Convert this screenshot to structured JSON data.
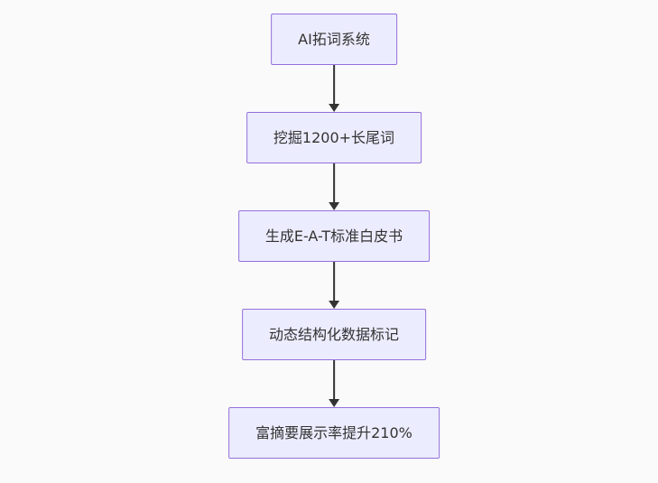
{
  "diagram": {
    "type": "flowchart",
    "direction": "top-down",
    "nodes": [
      {
        "id": "A",
        "label": "AI拓词系统"
      },
      {
        "id": "B",
        "label": "挖掘1200+长尾词"
      },
      {
        "id": "C",
        "label": "生成E-A-T标准白皮书"
      },
      {
        "id": "D",
        "label": "动态结构化数据标记"
      },
      {
        "id": "E",
        "label": "富摘要展示率提升210%"
      }
    ],
    "edges": [
      {
        "from": "A",
        "to": "B"
      },
      {
        "from": "B",
        "to": "C"
      },
      {
        "from": "C",
        "to": "D"
      },
      {
        "from": "D",
        "to": "E"
      }
    ],
    "style": {
      "background": "#fafafa",
      "node_fill": "#ECECFF",
      "node_border": "#9370DB",
      "text_color": "#333333",
      "arrow_color": "#333333"
    }
  }
}
